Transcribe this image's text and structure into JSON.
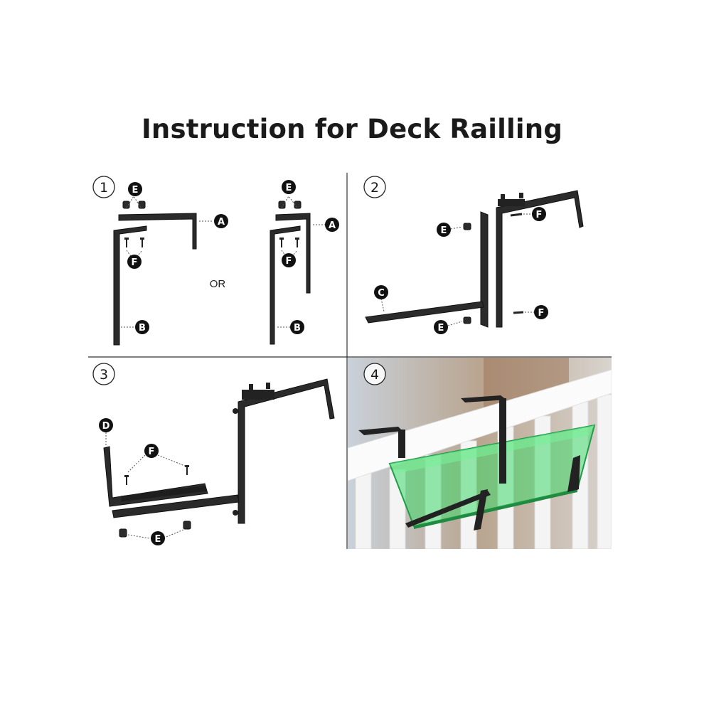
{
  "title": "Instruction for Deck Railling",
  "steps": [
    {
      "number": "1"
    },
    {
      "number": "2"
    },
    {
      "number": "3"
    },
    {
      "number": "4"
    }
  ],
  "or_text": "OR",
  "part_labels": {
    "a": "A",
    "b": "B",
    "c": "C",
    "d": "D",
    "e": "E",
    "f": "F"
  },
  "colors": {
    "bracket": "#2b2b2b",
    "planter": "#3fd86a",
    "divider": "#333333"
  }
}
